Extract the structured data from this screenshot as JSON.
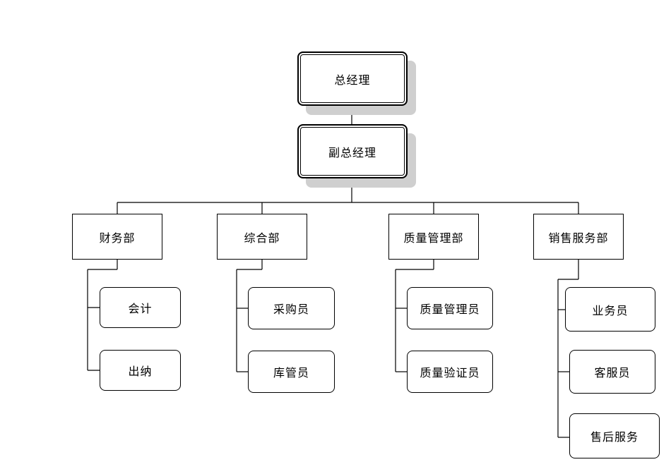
{
  "org_chart": {
    "ceo": "总经理",
    "deputy": "副总经理",
    "departments": [
      {
        "name": "财务部",
        "roles": [
          "会计",
          "出纳"
        ]
      },
      {
        "name": "综合部",
        "roles": [
          "采购员",
          "库管员"
        ]
      },
      {
        "name": "质量管理部",
        "roles": [
          "质量管理员",
          "质量验证员"
        ]
      },
      {
        "name": "销售服务部",
        "roles": [
          "业务员",
          "客服员",
          "售后服务"
        ]
      }
    ]
  }
}
